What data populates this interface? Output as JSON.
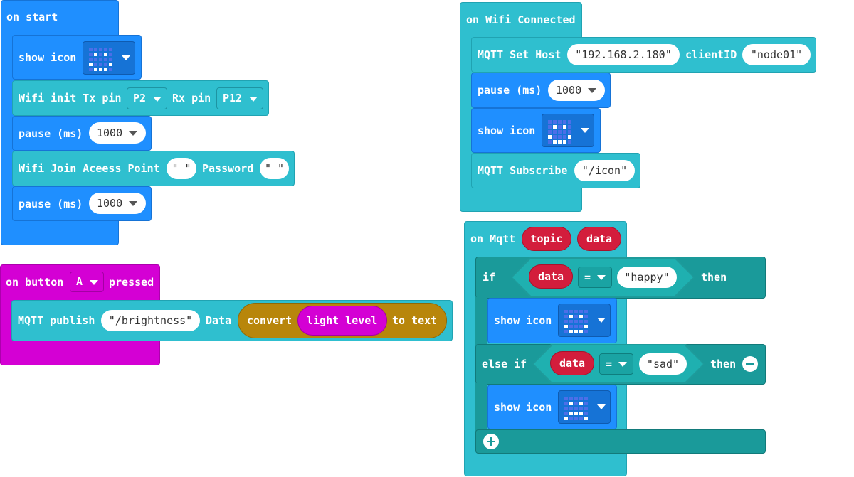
{
  "colors": {
    "basic": "#1f8fff",
    "wifi": "#2fbfcf",
    "input": "#d400d4",
    "text_convert": "#b8860b",
    "light": "#d400d4",
    "logic": "#1a9a9a",
    "variable": "#d31d3c"
  },
  "on_start": {
    "header": "on start",
    "show_icon": {
      "label": "show icon",
      "icon": "happy-face-icon"
    },
    "wifi_init": {
      "label": "Wifi init Tx pin",
      "tx": "P2",
      "rx_label": "Rx pin",
      "rx": "P12"
    },
    "pause1": {
      "label": "pause (ms)",
      "value": "1000"
    },
    "wifi_join": {
      "label": "Wifi Join Aceess Point",
      "ap": "\" \"",
      "pw_label": "Password",
      "pw": "\" \""
    },
    "pause2": {
      "label": "pause (ms)",
      "value": "1000"
    }
  },
  "on_button": {
    "header_prefix": "on button",
    "button": "A",
    "header_suffix": "pressed",
    "publish": {
      "label": "MQTT publish",
      "topic": "\"/brightness\"",
      "data_label": "Data",
      "convert_label": "convert",
      "light_label": "light level",
      "to_text_label": "to text"
    }
  },
  "on_wifi": {
    "header": "on Wifi Connected",
    "set_host": {
      "label": "MQTT Set Host",
      "host": "\"192.168.2.180\"",
      "client_label": "clientID",
      "client": "\"node01\""
    },
    "pause": {
      "label": "pause (ms)",
      "value": "1000"
    },
    "show_icon": {
      "label": "show icon",
      "icon": "happy-face-icon"
    },
    "subscribe": {
      "label": "MQTT Subscribe",
      "topic": "\"/icon\""
    }
  },
  "on_mqtt": {
    "header": "on Mqtt",
    "topic_var": "topic",
    "data_var": "data",
    "if_label": "if",
    "then_label": "then",
    "cond1": {
      "var": "data",
      "op": "=",
      "value": "\"happy\""
    },
    "show1": {
      "label": "show icon",
      "icon": "happy-face-icon"
    },
    "elseif_label": "else if",
    "cond2": {
      "var": "data",
      "op": "=",
      "value": "\"sad\""
    },
    "show2": {
      "label": "show icon",
      "icon": "sad-face-icon"
    }
  }
}
